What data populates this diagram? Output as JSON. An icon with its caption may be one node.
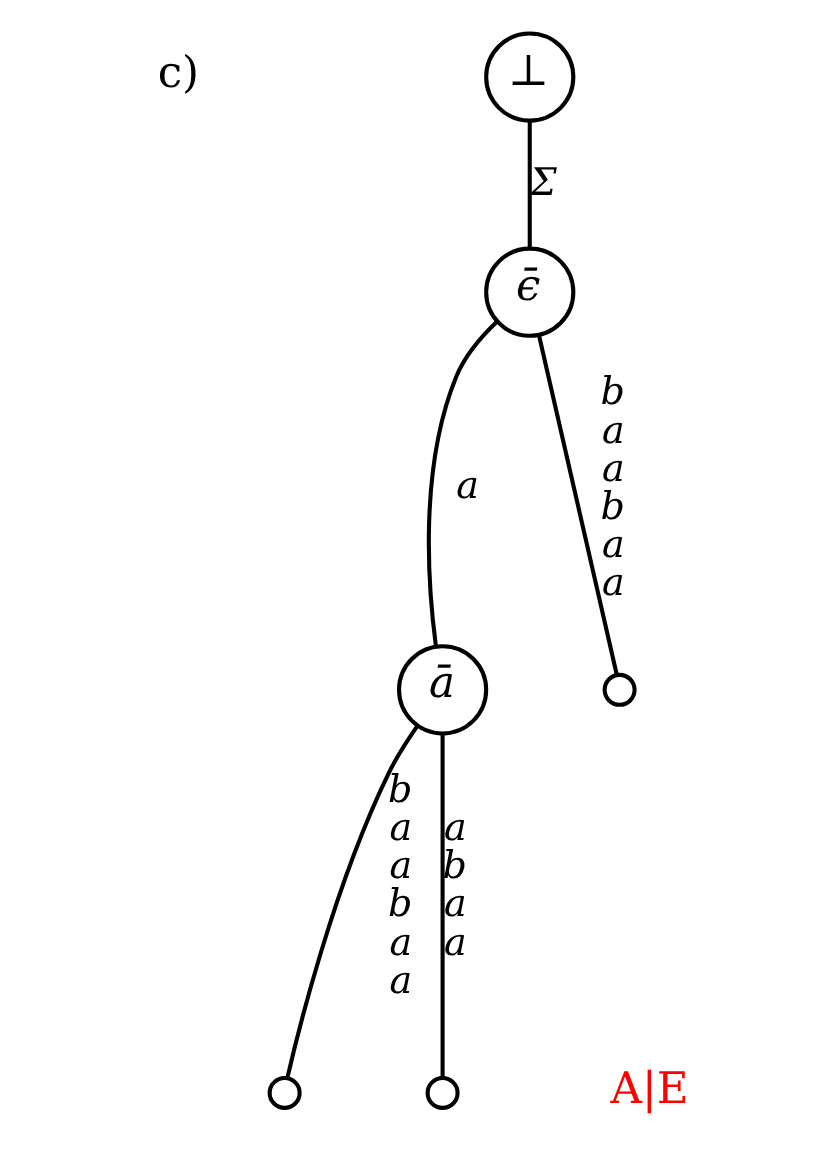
{
  "diagram": {
    "nodes": [
      {
        "text": [
          "⊥"
        ]
      },
      {
        "text": [
          "ϵ̄"
        ]
      },
      {
        "text": [
          "ā"
        ]
      },
      {
        "text": [],
        "shape": "circle"
      },
      {
        "text": [],
        "shape": "circle"
      },
      {
        "text": [],
        "shape": "circle"
      }
    ],
    "edges": [
      {
        "from": 0,
        "to": 1,
        "arrow": "none",
        "label": "Σ"
      },
      {
        "from": 1,
        "to": 2,
        "arrow": "none",
        "label": "a"
      },
      {
        "from": 1,
        "to": 5,
        "arrow": "none",
        "label": "b a a b a a"
      },
      {
        "from": 2,
        "to": 3,
        "arrow": "none",
        "label": "b a a b a a"
      },
      {
        "from": 2,
        "to": 4,
        "arrow": "none",
        "label": "a b a a"
      }
    ],
    "labels": [
      "c)",
      "A|E"
    ]
  }
}
